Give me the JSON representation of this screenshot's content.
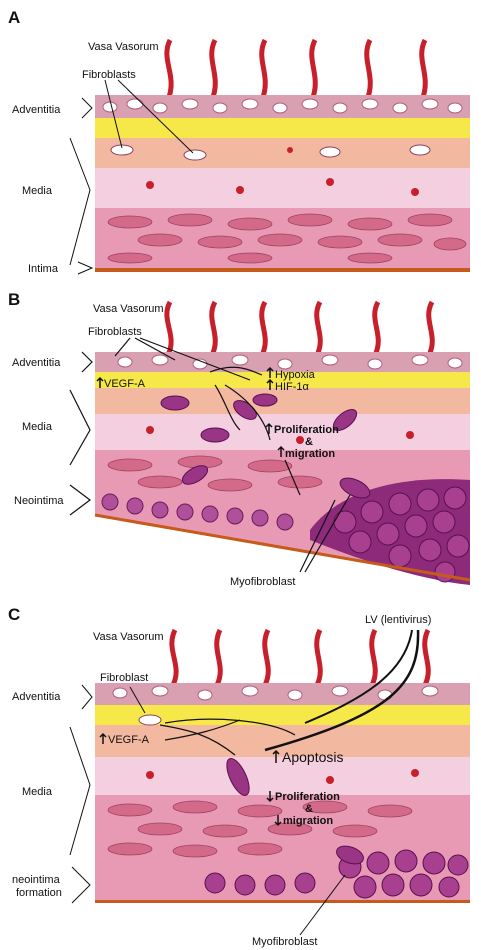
{
  "panels": {
    "a": {
      "letter": "A",
      "vasa": "Vasa Vasorum",
      "fibro": "Fibroblasts",
      "adventitia": "Adventitia",
      "media": "Media",
      "intima": "Intima"
    },
    "b": {
      "letter": "B",
      "vasa": "Vasa Vasorum",
      "fibro": "Fibroblasts",
      "adventitia": "Adventitia",
      "media": "Media",
      "neointima": "Neointima",
      "vegf": "VEGF-A",
      "hypoxia": "Hypoxia",
      "hif": "HIF-1α",
      "prolif": "Proliferation",
      "amp": "&",
      "migration": "migration",
      "myofib": "Myofibroblast"
    },
    "c": {
      "letter": "C",
      "lv": "LV (lentivirus)",
      "vasa": "Vasa Vasorum",
      "fibro": "Fibroblast",
      "adventitia": "Adventitia",
      "vegf": "VEGF-A",
      "apoptosis": "Apoptosis",
      "media": "Media",
      "prolif": "Proliferation",
      "amp": "&",
      "migration": "migration",
      "neo1": "neointima",
      "neo2": "formation",
      "myofib": "Myofibroblast"
    }
  },
  "colors": {
    "vessel": "#c8202a",
    "adventitia": "#d9a0b2",
    "yellow": "#f7e84a",
    "peach": "#f2b8a0",
    "media_light": "#f3cfe0",
    "smc": "#d36a8a",
    "myofib": "#8e2a7a",
    "intima": "#c55a1a"
  }
}
